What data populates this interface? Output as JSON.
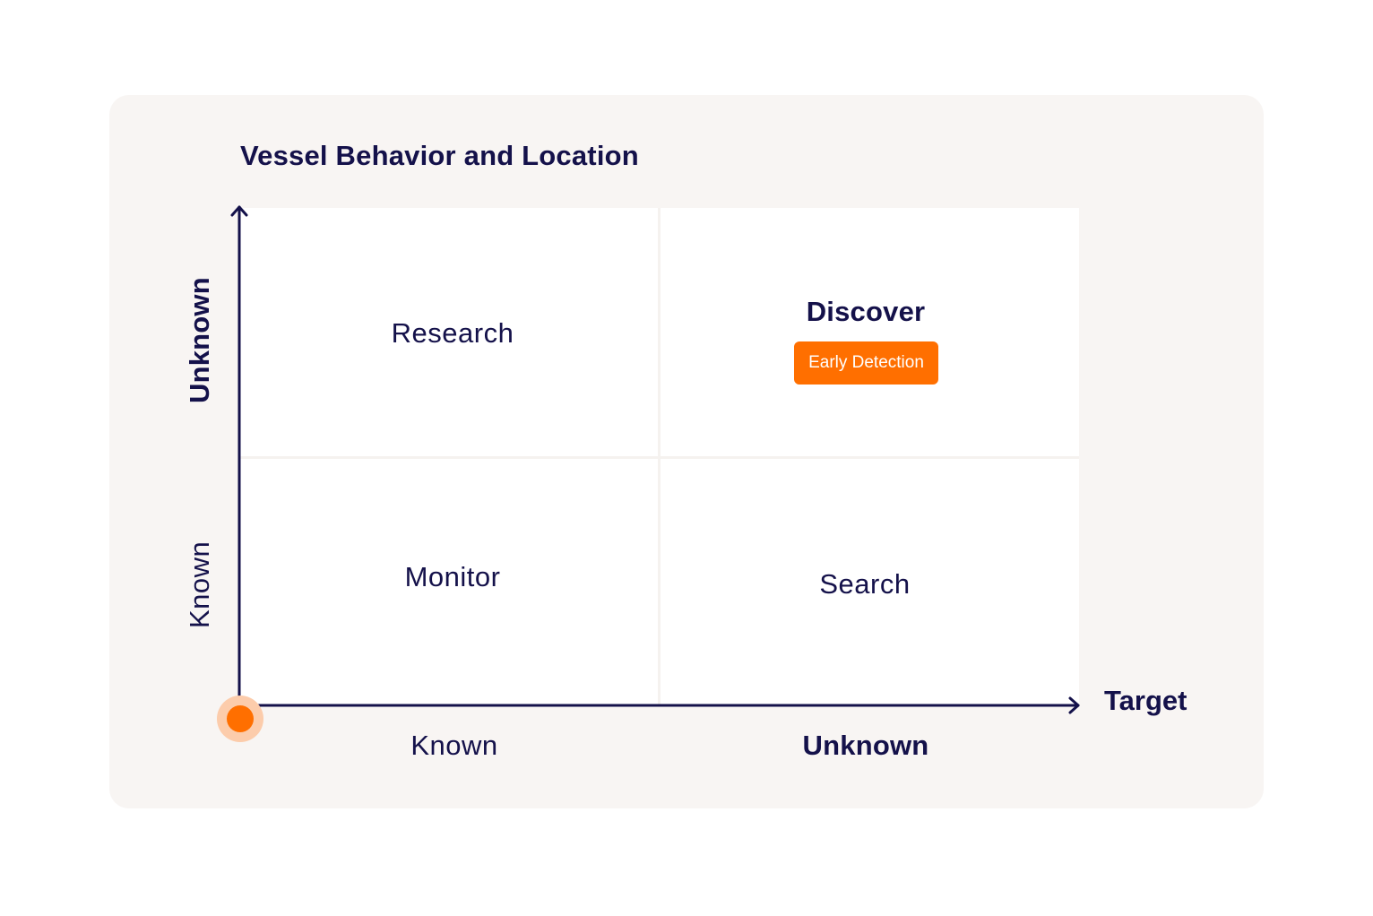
{
  "diagram": {
    "title": "Vessel Behavior and Location",
    "x_axis": {
      "name": "Target",
      "ticks": [
        "Known",
        "Unknown"
      ],
      "tick_emphasis": [
        false,
        true
      ]
    },
    "y_axis": {
      "ticks": [
        "Known",
        "Unknown"
      ],
      "tick_emphasis": [
        false,
        true
      ]
    },
    "quadrants": {
      "top_left": {
        "label": "Research"
      },
      "top_right": {
        "label": "Discover",
        "badge": "Early Detection"
      },
      "bottom_left": {
        "label": "Monitor"
      },
      "bottom_right": {
        "label": "Search"
      }
    },
    "colors": {
      "text": "#14114a",
      "accent": "#ff6f00",
      "accent_light": "#fcccab",
      "card_bg": "#f8f5f3",
      "grid_bg": "#ffffff"
    }
  }
}
